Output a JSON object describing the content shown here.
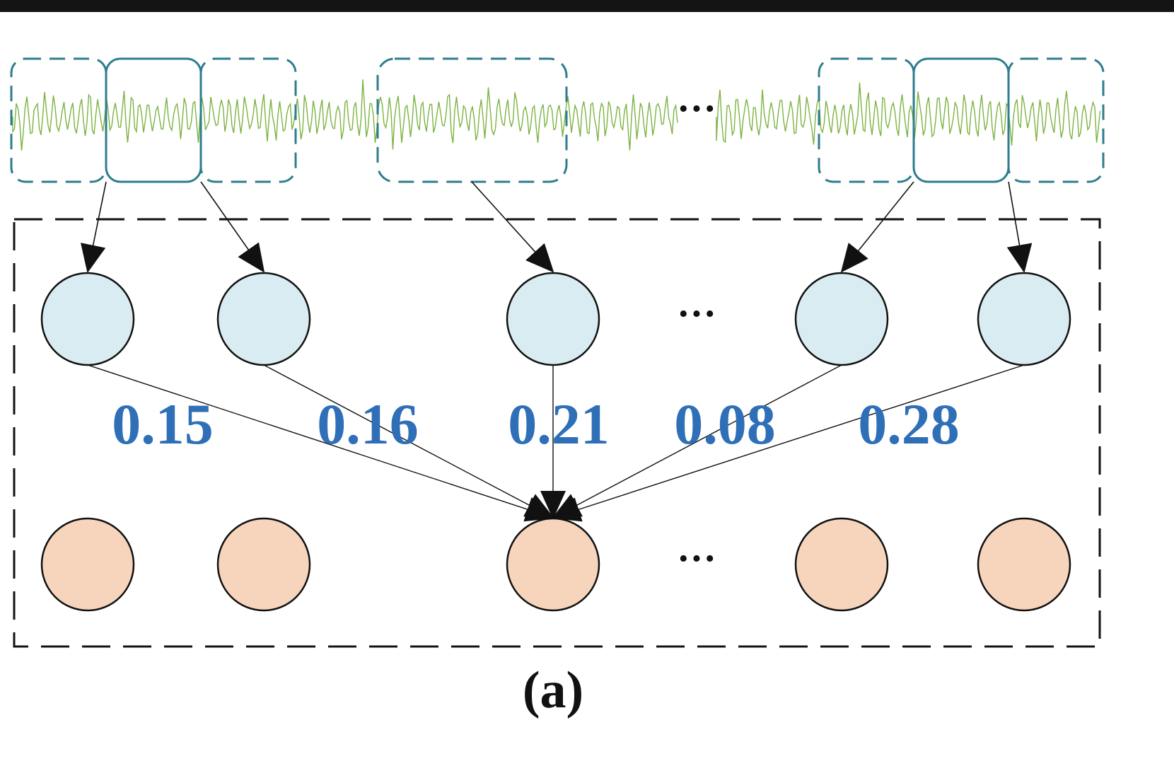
{
  "colors": {
    "top_bar": "#141414",
    "signal": "#7cb342",
    "window_stroke": "#2e7d8e",
    "input_node_fill": "#d9ecf1",
    "output_node_fill": "#f6d5bc",
    "weight_text": "#2e6fb7",
    "stroke": "#111111"
  },
  "icons": {
    "ellipsis": "horizontal-ellipsis"
  },
  "weights": [
    "0.15",
    "0.16",
    "0.21",
    "0.08",
    "0.28"
  ],
  "ellipsis_text": "···",
  "caption": "(a)"
}
